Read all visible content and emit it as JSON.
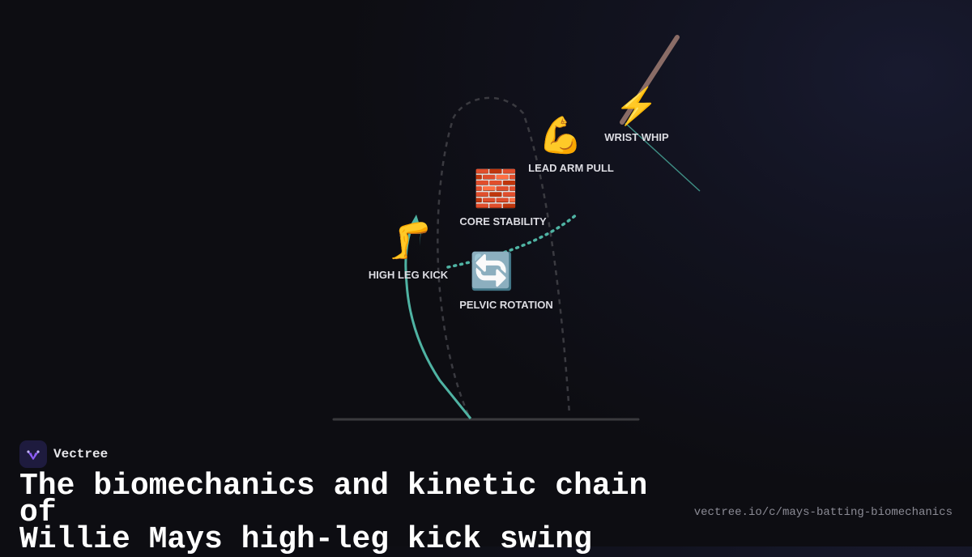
{
  "brand": {
    "name": "Vectree",
    "logo_icon": "sparkle-tree-icon",
    "logo_color": "#8b5cf6"
  },
  "title_line1": "The biomechanics and kinetic chain of",
  "title_line2": "Willie Mays high-leg kick swing",
  "url": "vectree.io/c/mays-batting-biomechanics",
  "diagram": {
    "nodes": [
      {
        "id": "high-leg-kick",
        "label": "HIGH LEG KICK",
        "emoji": "🦵",
        "icon": "leg-icon"
      },
      {
        "id": "core-stability",
        "label": "CORE STABILITY",
        "emoji": "🧱",
        "icon": "brick-icon"
      },
      {
        "id": "pelvic-rotation",
        "label": "PELVIC ROTATION",
        "emoji": "🔄",
        "icon": "rotate-arrows-icon"
      },
      {
        "id": "lead-arm-pull",
        "label": "LEAD ARM PULL",
        "emoji": "💪",
        "icon": "flexed-arm-icon"
      },
      {
        "id": "wrist-whip",
        "label": "WRIST WHIP",
        "emoji": "⚡",
        "icon": "lightning-icon"
      }
    ],
    "colors": {
      "teal": "#4fb3a3",
      "bat": "#8a6c66",
      "silhouette": "#3a3a40",
      "ground": "#3a3a3e"
    }
  }
}
